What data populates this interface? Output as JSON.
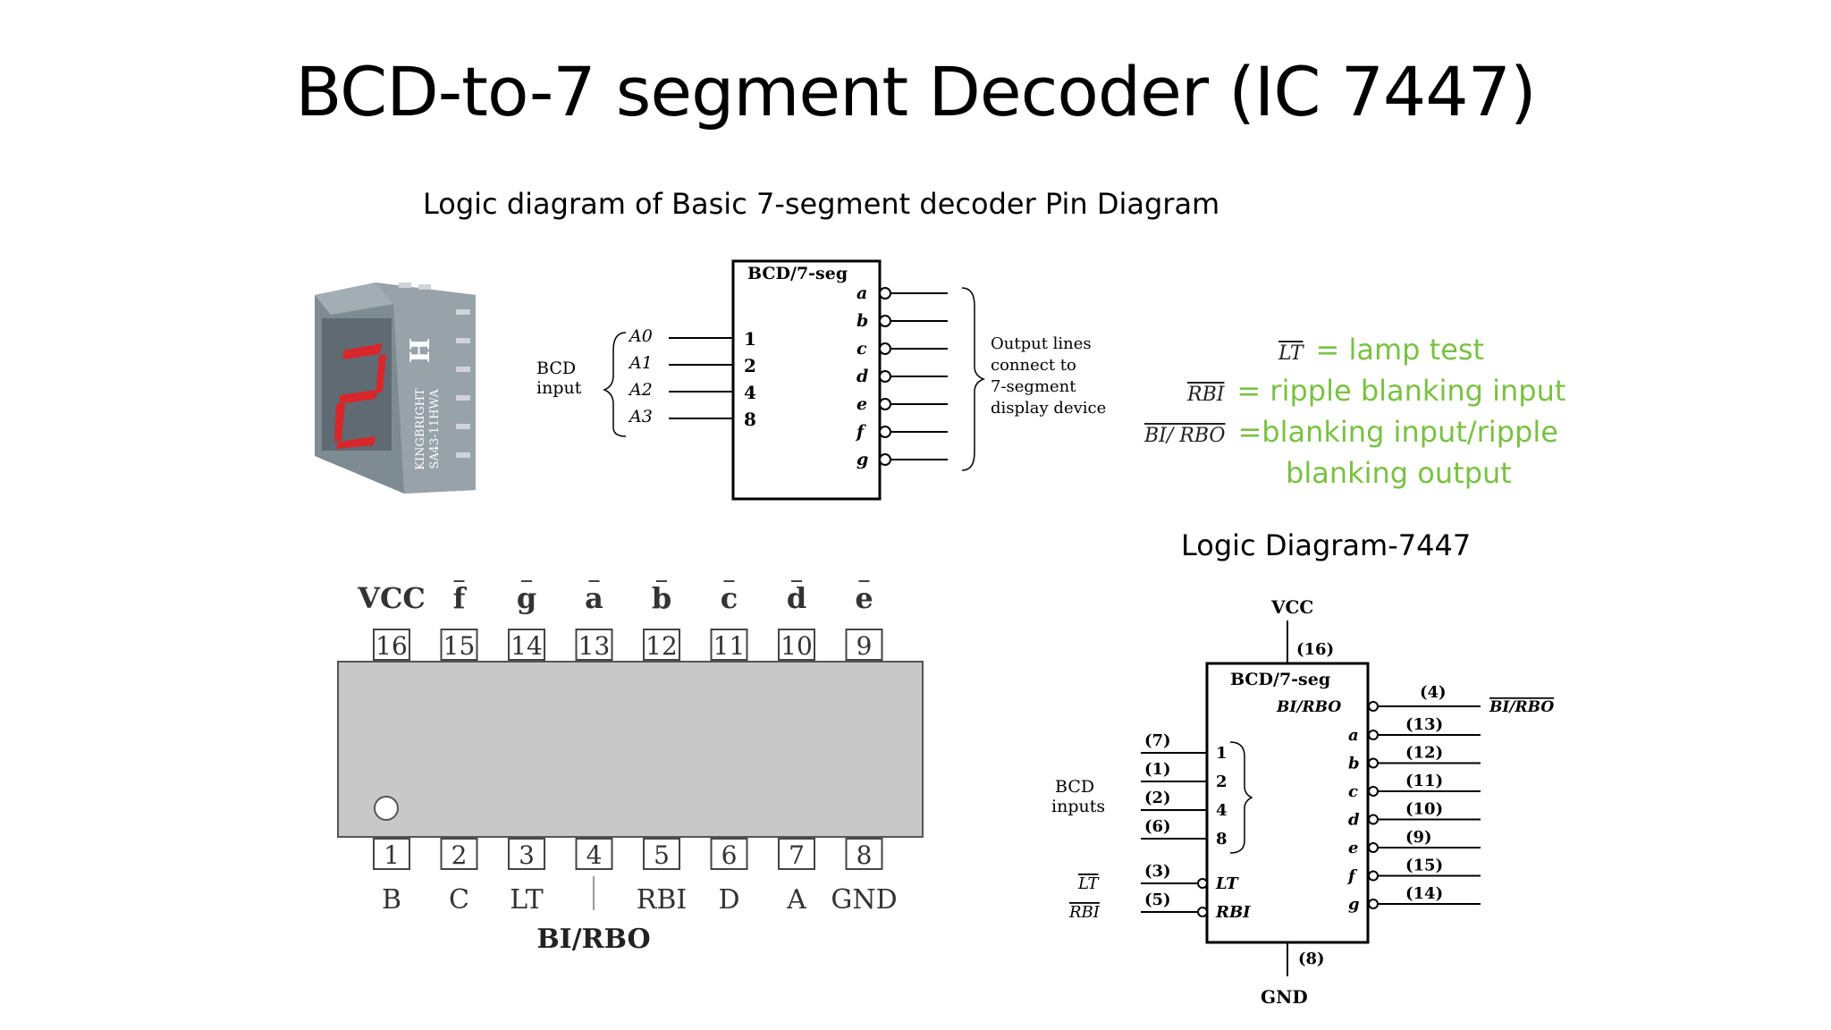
{
  "slide": {
    "title": "BCD-to-7 segment Decoder (IC 7447)",
    "subtitle": "Logic diagram of Basic 7-segment decoder Pin  Diagram",
    "logic_title": "Logic Diagram-7447"
  },
  "legend": [
    {
      "symbol": "LT",
      "text": "= lamp test"
    },
    {
      "symbol": "RBI",
      "text": "= ripple blanking input"
    },
    {
      "symbol": "BI/ RBO",
      "text": "=blanking input/ripple"
    },
    {
      "symbol": "",
      "text": "blanking output"
    }
  ],
  "display_photo": {
    "brand": "KINGBRIGHT",
    "model": "SA43-11HWA",
    "logo": "H",
    "digit": "2"
  },
  "basic_decoder": {
    "chip_label": "BCD/7-seg",
    "input_group": [
      "BCD",
      "input"
    ],
    "inputs": [
      {
        "name": "A0",
        "weight": "1"
      },
      {
        "name": "A1",
        "weight": "2"
      },
      {
        "name": "A2",
        "weight": "4"
      },
      {
        "name": "A3",
        "weight": "8"
      }
    ],
    "outputs": [
      "a",
      "b",
      "c",
      "d",
      "e",
      "f",
      "g"
    ],
    "output_note": [
      "Output lines",
      "connect to",
      "7-segment",
      "display device"
    ]
  },
  "pin_diagram": {
    "top_pins": [
      {
        "num": "16",
        "label": "VCC"
      },
      {
        "num": "15",
        "label": "f"
      },
      {
        "num": "14",
        "label": "g"
      },
      {
        "num": "13",
        "label": "a"
      },
      {
        "num": "12",
        "label": "b"
      },
      {
        "num": "11",
        "label": "c"
      },
      {
        "num": "10",
        "label": "d"
      },
      {
        "num": "9",
        "label": "e"
      }
    ],
    "bottom_pins": [
      {
        "num": "1",
        "label": "B"
      },
      {
        "num": "2",
        "label": "C"
      },
      {
        "num": "3",
        "label": "LT"
      },
      {
        "num": "4",
        "label": ""
      },
      {
        "num": "5",
        "label": "RBI"
      },
      {
        "num": "6",
        "label": "D"
      },
      {
        "num": "7",
        "label": "A"
      },
      {
        "num": "8",
        "label": "GND"
      }
    ],
    "pin4_label": "BI/RBO"
  },
  "ic7447": {
    "chip_label": "BCD/7-seg",
    "vcc": "VCC",
    "vcc_pin": "(16)",
    "gnd": "GND",
    "gnd_pin": "(8)",
    "bi_rbo_inner": "BI/RBO",
    "bi_rbo_pin": "(4)",
    "bi_rbo_outer": "BI/RBO",
    "input_group": [
      "BCD",
      "inputs"
    ],
    "inputs": [
      {
        "pin": "(7)",
        "weight": "1"
      },
      {
        "pin": "(1)",
        "weight": "2"
      },
      {
        "pin": "(2)",
        "weight": "4"
      },
      {
        "pin": "(6)",
        "weight": "8"
      }
    ],
    "controls": [
      {
        "pin": "(3)",
        "name": "LT"
      },
      {
        "pin": "(5)",
        "name": "RBI"
      }
    ],
    "outputs": [
      {
        "seg": "a",
        "pin": "(13)"
      },
      {
        "seg": "b",
        "pin": "(12)"
      },
      {
        "seg": "c",
        "pin": "(11)"
      },
      {
        "seg": "d",
        "pin": "(10)"
      },
      {
        "seg": "e",
        "pin": "(9)"
      },
      {
        "seg": "f",
        "pin": "(15)"
      },
      {
        "seg": "g",
        "pin": "(14)"
      }
    ]
  },
  "colors": {
    "legend_green": "#7ac143",
    "segment_red": "#d9262b",
    "chip_gray": "#c8c8c8"
  }
}
